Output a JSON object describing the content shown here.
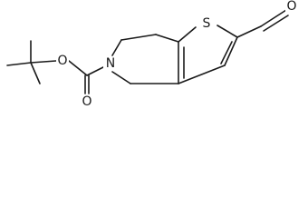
{
  "molecule": {
    "atoms": {
      "sulfur": "S",
      "nitrogen": "N",
      "carbamate_ester_oxygen": "O",
      "carbamate_carbonyl_oxygen": "O",
      "aldehyde_oxygen": "O"
    }
  }
}
